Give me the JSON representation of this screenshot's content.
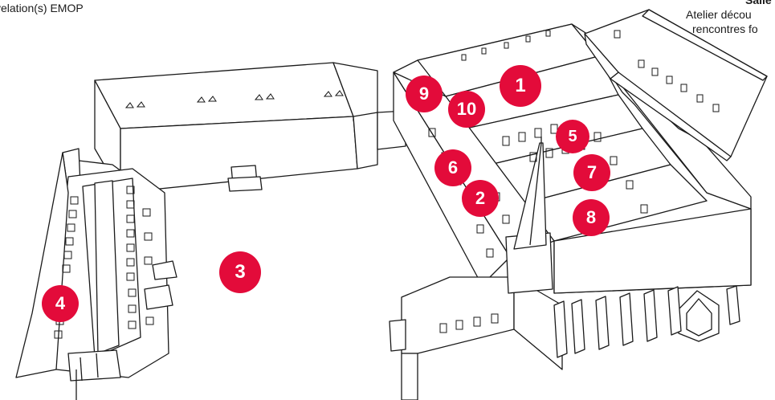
{
  "captions": {
    "left": "velation(s) EMOP",
    "right_title": "Salle N. K",
    "right_line1": "Atelier décou",
    "right_line2": "rencontres fo"
  },
  "accent_color": "#e30b3a",
  "markers": [
    {
      "id": "1",
      "label": "1"
    },
    {
      "id": "2",
      "label": "2"
    },
    {
      "id": "3",
      "label": "3"
    },
    {
      "id": "4",
      "label": "4"
    },
    {
      "id": "5",
      "label": "5"
    },
    {
      "id": "6",
      "label": "6"
    },
    {
      "id": "7",
      "label": "7"
    },
    {
      "id": "8",
      "label": "8"
    },
    {
      "id": "9",
      "label": "9"
    },
    {
      "id": "10",
      "label": "10"
    }
  ]
}
